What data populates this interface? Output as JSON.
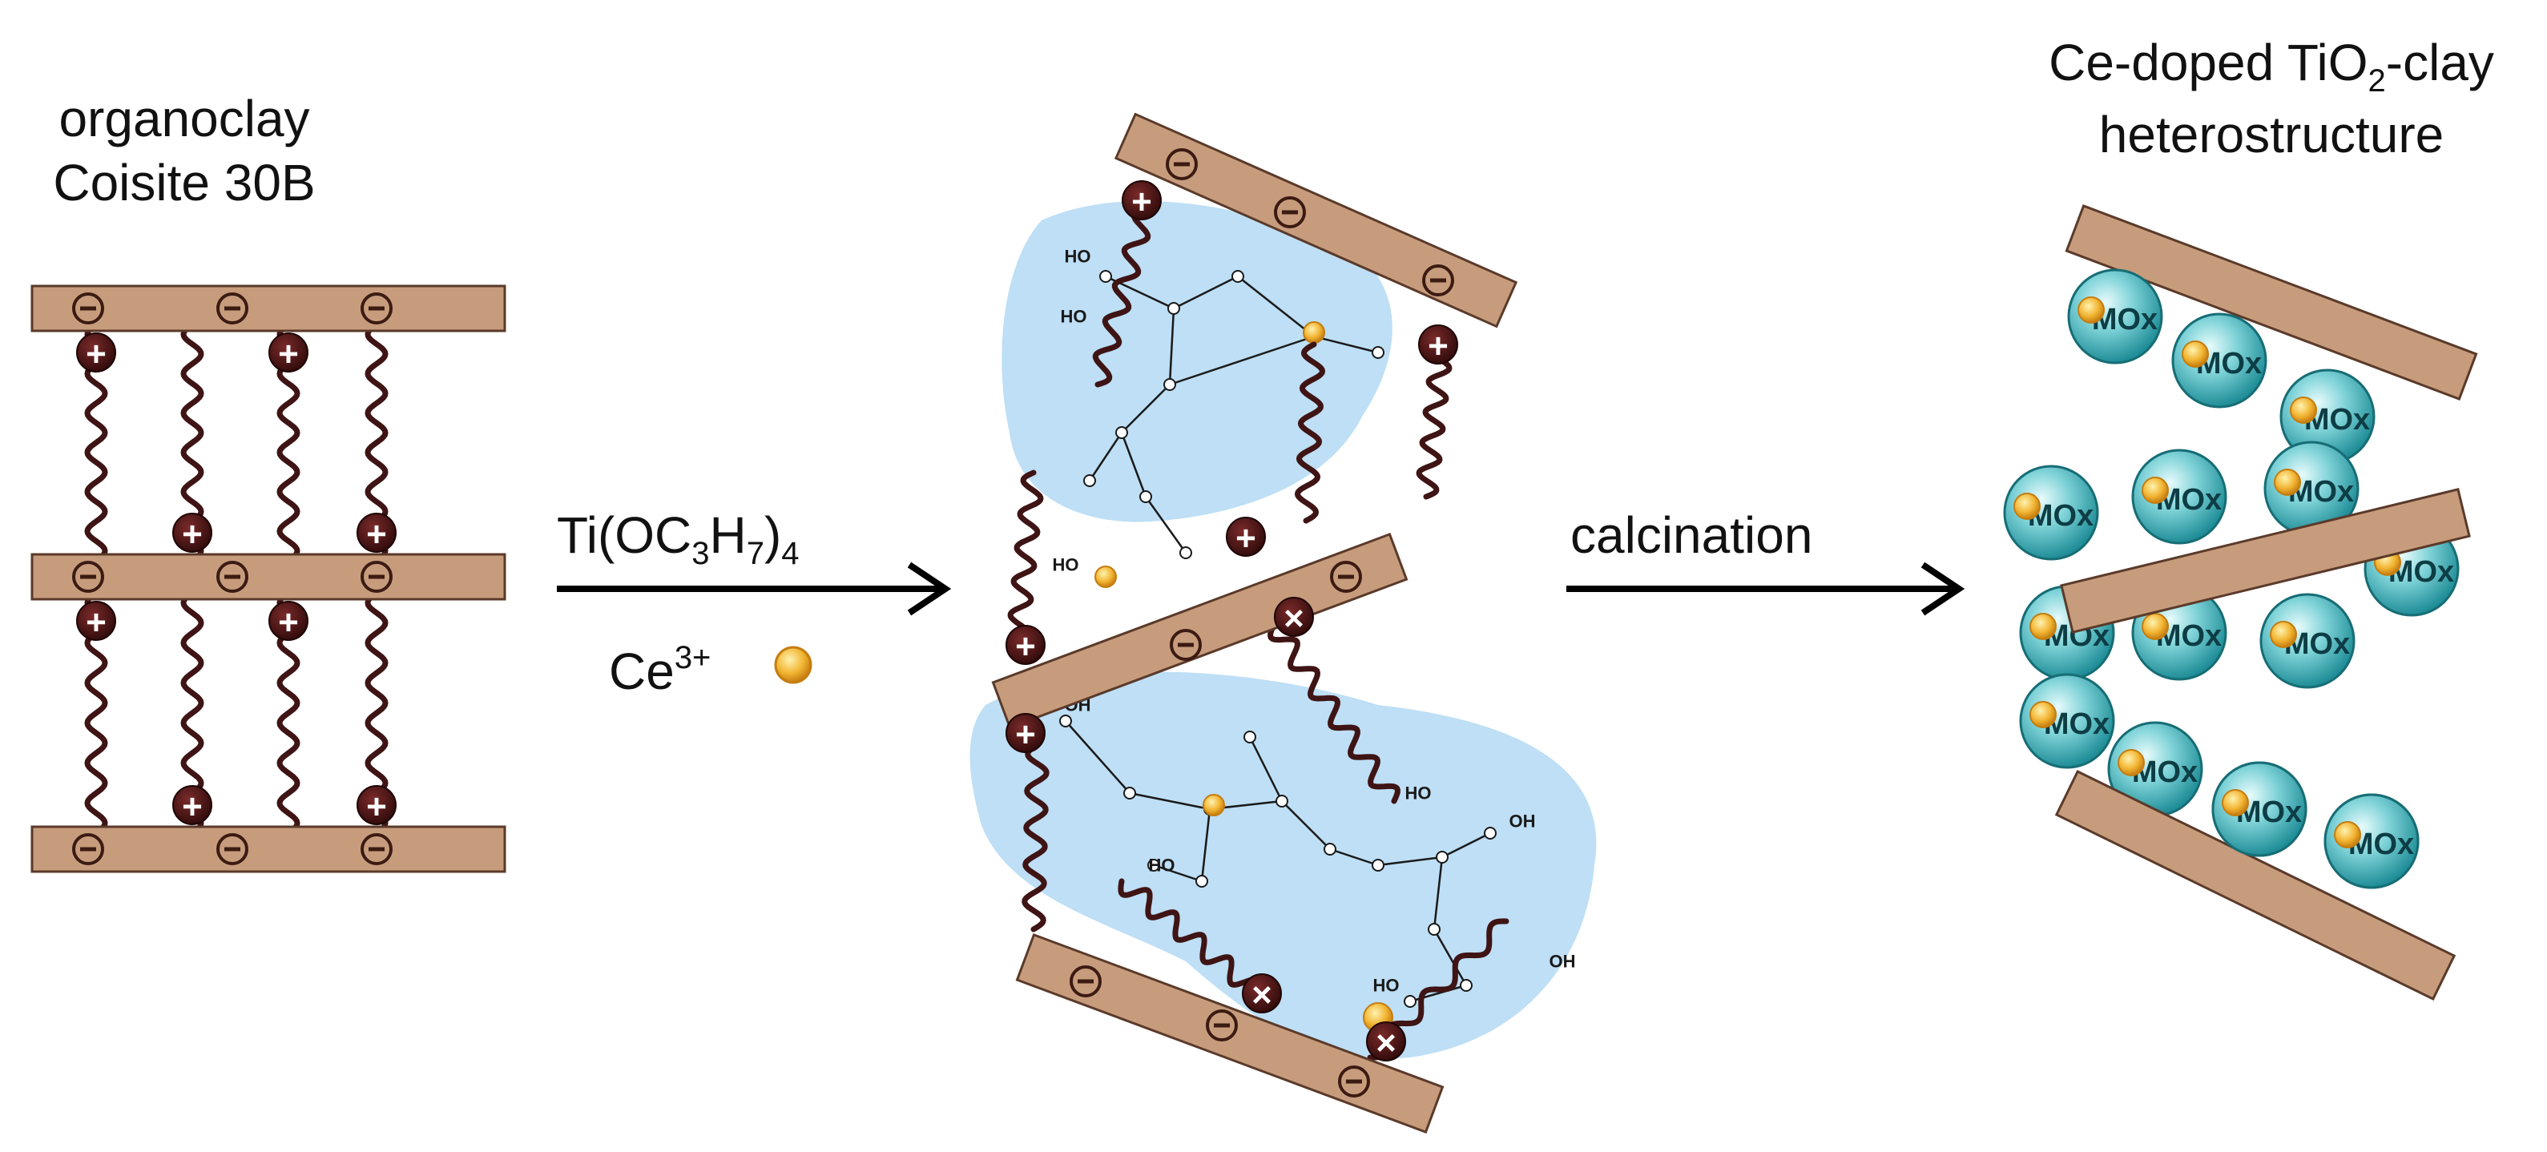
{
  "diagram": {
    "left_title_line1": "organoclay",
    "left_title_line2": "Coisite 30B",
    "arrow1_reagent_main": "Ti(OC",
    "arrow1_reagent_sub1": "3",
    "arrow1_reagent_mid": "H",
    "arrow1_reagent_sub2": "7",
    "arrow1_reagent_close": ")",
    "arrow1_reagent_sub3": "4",
    "ce_ion_base": "Ce",
    "ce_ion_charge": "3+",
    "arrow2_label": "calcination",
    "right_title_line1_a": "Ce-doped TiO",
    "right_title_line1_sub": "2",
    "right_title_line1_b": "-clay",
    "right_title_line2": "heterostructure",
    "particle_label": "MOx",
    "negative_sign": "⊖",
    "positive_sign": "+",
    "cross_sign": "×",
    "hydroxyl_label": "HO",
    "hydroxyl_label_alt": "OH",
    "oxygen_label": "O"
  },
  "colors": {
    "clay_layer": "#c79c7c",
    "clay_layer_edge": "#5a3a2a",
    "surfactant_chain": "#3f1414",
    "cation_head": "#4a1212",
    "cerium_dot": "#f2b533",
    "sol_cloud": "#a8d4f2",
    "oxide_particle": "#3bb6bf",
    "arrow": "#000000"
  }
}
